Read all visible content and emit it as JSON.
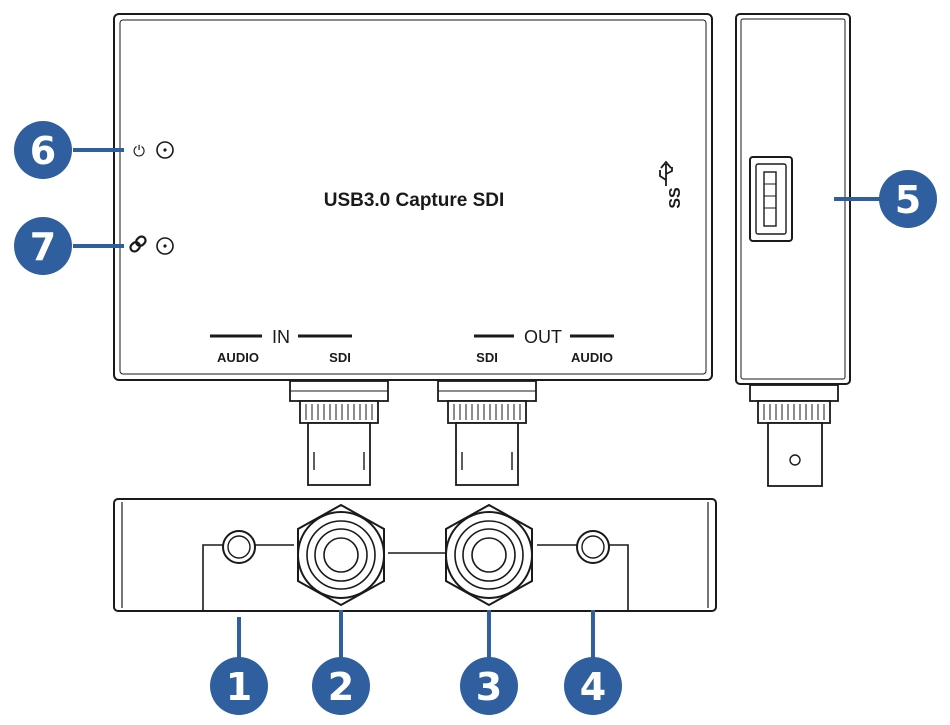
{
  "device": {
    "title": "USB3.0 Capture SDI",
    "usb_logo_text": "SS",
    "power_glyph": "⏻",
    "link_glyph": "🔗",
    "in_group": {
      "label": "IN",
      "audio": "AUDIO",
      "sdi": "SDI"
    },
    "out_group": {
      "label": "OUT",
      "sdi": "SDI",
      "audio": "AUDIO"
    }
  },
  "callouts": [
    {
      "id": "1",
      "meaning": "audio-in-jack"
    },
    {
      "id": "2",
      "meaning": "sdi-in-connector"
    },
    {
      "id": "3",
      "meaning": "sdi-out-connector"
    },
    {
      "id": "4",
      "meaning": "audio-out-jack"
    },
    {
      "id": "5",
      "meaning": "usb-port"
    },
    {
      "id": "6",
      "meaning": "power-led"
    },
    {
      "id": "7",
      "meaning": "link-led"
    }
  ],
  "colors": {
    "callout_fill": "#2f5f9e",
    "outline": "#1a1a1a",
    "background": "#ffffff"
  }
}
